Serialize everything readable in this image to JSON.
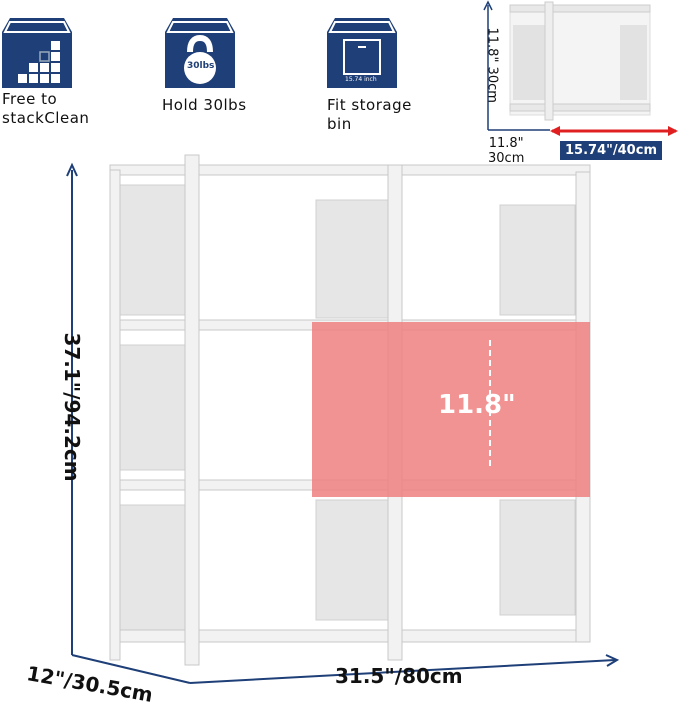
{
  "features": [
    {
      "icon": "stacking-cubes-icon",
      "label_line1": "Free to",
      "label_line2": "stackClean"
    },
    {
      "icon": "kettlebell-icon",
      "icon_text": "30lbs",
      "label_line1": "Hold 30lbs"
    },
    {
      "icon": "storage-bin-icon",
      "icon_text": "15.74 inch",
      "label_line1": "Fit storage",
      "label_line2": "bin"
    }
  ],
  "cube_dimensions": {
    "height": "11.8\" 30cm",
    "depth_line1": "11.8\"",
    "depth_line2": "30cm",
    "width": "15.74\"/40cm"
  },
  "shelf_dimensions": {
    "height": "37.1\"/94.2cm",
    "width": "31.5\"/80cm",
    "depth": "12\"/30.5cm",
    "cube_height": "11.8\""
  },
  "colors": {
    "navy": "#1e3f77",
    "highlight": "#f08080",
    "arrow_red": "#e02020"
  }
}
